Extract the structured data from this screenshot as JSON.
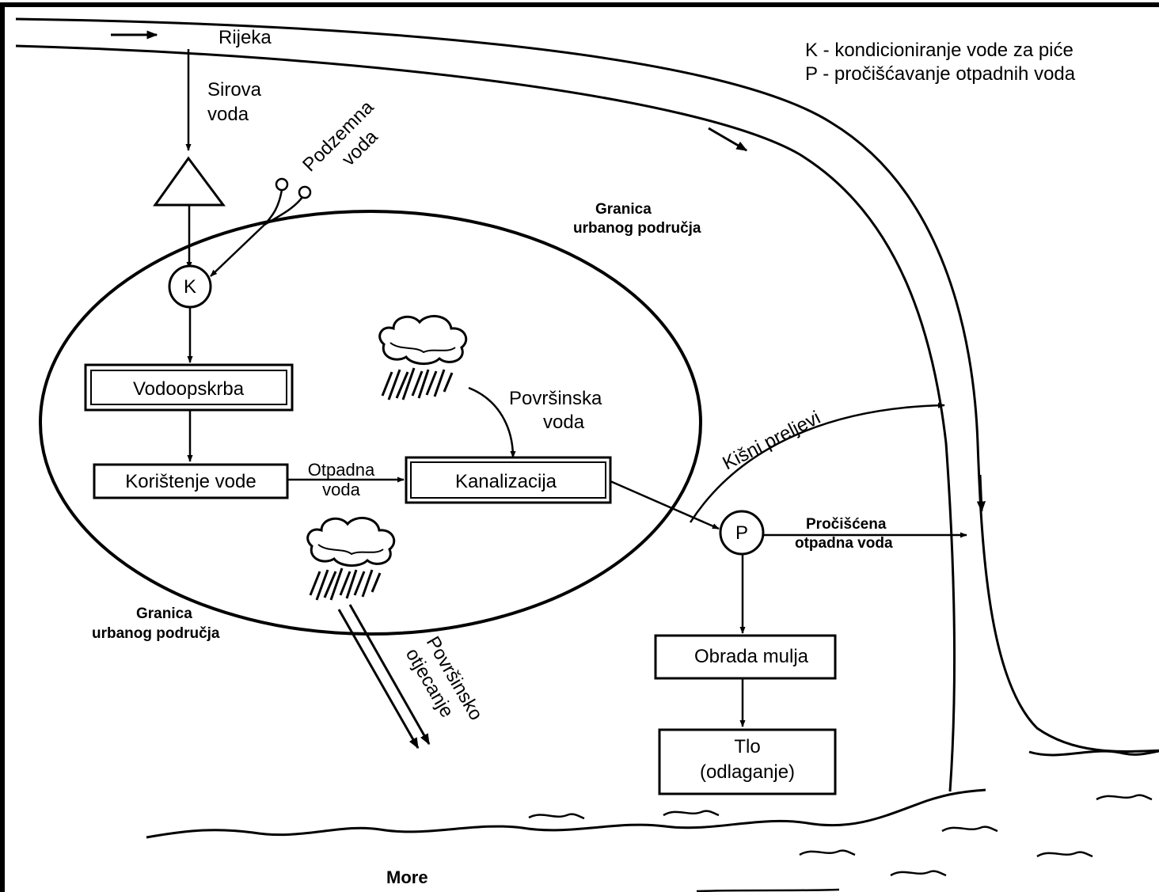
{
  "legend": {
    "k": "K - kondicioniranje vode za piće",
    "p": "P - pročišćavanje otpadnih voda"
  },
  "labels": {
    "river": "Rijeka",
    "raw_water_1": "Sirova",
    "raw_water_2": "voda",
    "groundwater_1": "Podzemna",
    "groundwater_2": "voda",
    "urban_boundary_top_1": "Granica",
    "urban_boundary_top_2": "urbanog područja",
    "urban_boundary_bottom_1": "Granica",
    "urban_boundary_bottom_2": "urbanog područja",
    "k_node": "K",
    "p_node": "P",
    "water_supply": "Vodoopskrba",
    "water_use": "Korištenje vode",
    "wastewater_1": "Otpadna",
    "wastewater_2": "voda",
    "sewerage": "Kanalizacija",
    "surface_water_1": "Površinska",
    "surface_water_2": "voda",
    "storm_overflows": "Kišni preljevi",
    "treated_1": "Pročišćena",
    "treated_2": "otpadna voda",
    "sludge": "Obrada mulja",
    "soil_1": "Tlo",
    "soil_2": "(odlaganje)",
    "runoff_1": "Površinsko",
    "runoff_2": "otjecanje",
    "sea": "More"
  },
  "icons": [
    "rain-cloud-icon",
    "rain-cloud-icon",
    "treatment-triangle-icon",
    "well-icon"
  ]
}
